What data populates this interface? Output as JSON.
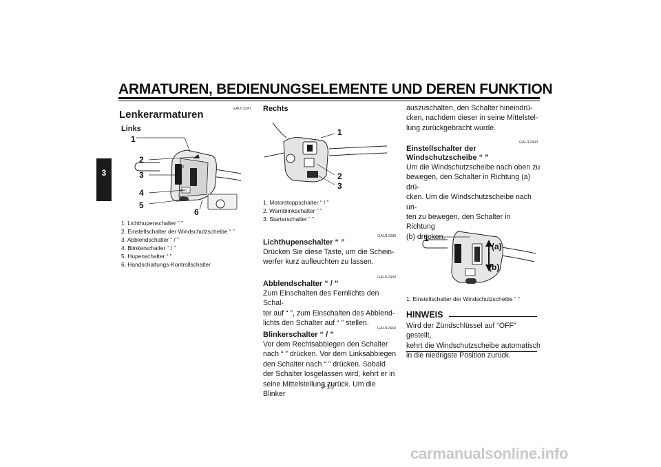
{
  "header": {
    "title": "ARMATUREN, BEDIENUNGSELEMENTE UND DEREN FUNKTION",
    "chapter_tab": "3"
  },
  "col1": {
    "code": "GAU12347",
    "heading": "Lenkerarmaturen",
    "subheading": "Links",
    "callouts": [
      "1",
      "2",
      "3",
      "4",
      "5",
      "6"
    ],
    "captions": [
      "1. Lichthupenschalter “ ”",
      "2. Einstellschalter der Windschutzscheibe “ ”",
      "3. Abblendschalter “ / ”",
      "4. Blinkerschalter “ / ”",
      "5. Hupenschalter “ ”",
      "6. Handschaltungs-Kontrollschalter"
    ]
  },
  "col2": {
    "subheading": "Rechts",
    "callouts": [
      "1",
      "2",
      "3"
    ],
    "captions": [
      "1. Motorstoppschalter “ / ”",
      "2. Warnblinkschalter “ ”",
      "3. Starterschalter “ ”"
    ],
    "sections": [
      {
        "code": "GAU12380",
        "heading": "Lichthupenschalter “ ”",
        "lines": [
          "Drücken Sie diese Taste, um die Schein-",
          "werfer kurz aufleuchten zu lassen."
        ]
      },
      {
        "code": "GAU12400",
        "heading": "Abblendschalter “ / ”",
        "lines": [
          "Zum Einschalten des Fernlichts den Schal-",
          "ter auf “ ”, zum Einschalten des Abblend-",
          "lichts den Schalter auf “ ” stellen."
        ]
      },
      {
        "code": "GAU12460",
        "heading": "Blinkerschalter “ / ”",
        "lines": [
          "Vor dem Rechtsabbiegen den Schalter",
          "nach “ ” drücken. Vor dem Linksabbiegen",
          "den Schalter nach “ ” drücken. Sobald",
          "der Schalter losgelassen wird, kehrt er in",
          "seine Mittelstellung zurück. Um die Blinker"
        ]
      }
    ]
  },
  "col3": {
    "intro_lines": [
      "auszuschalten, den Schalter hineindrü-",
      "cken, nachdem dieser in seine Mittelstel-",
      "lung zurückgebracht wurde."
    ],
    "code": "GAU12493",
    "heading_line1": "Einstellschalter der",
    "heading_line2": "Windschutzscheibe “ ”",
    "lines": [
      "Um die Windschutzscheibe nach oben zu",
      "bewegen, den Schalter in Richtung (a) drü-",
      "cken. Um die Windschutzscheibe nach un-",
      "ten zu bewegen, den Schalter in Richtung",
      "(b) drücken."
    ],
    "callout": "1",
    "label_a": "(a)",
    "label_b": "(b)",
    "caption": "1. Einstellschalter der Windschutzscheibe “ ”",
    "note_heading": "HINWEIS",
    "note_lines": [
      "Wird der Zündschlüssel auf “OFF” gestellt,",
      "kehrt die Windschutzscheibe automatisch",
      "in die niedrigste Position zurück."
    ]
  },
  "footer": {
    "page_number": "3-15",
    "watermark": "carmanualsonline.info"
  }
}
